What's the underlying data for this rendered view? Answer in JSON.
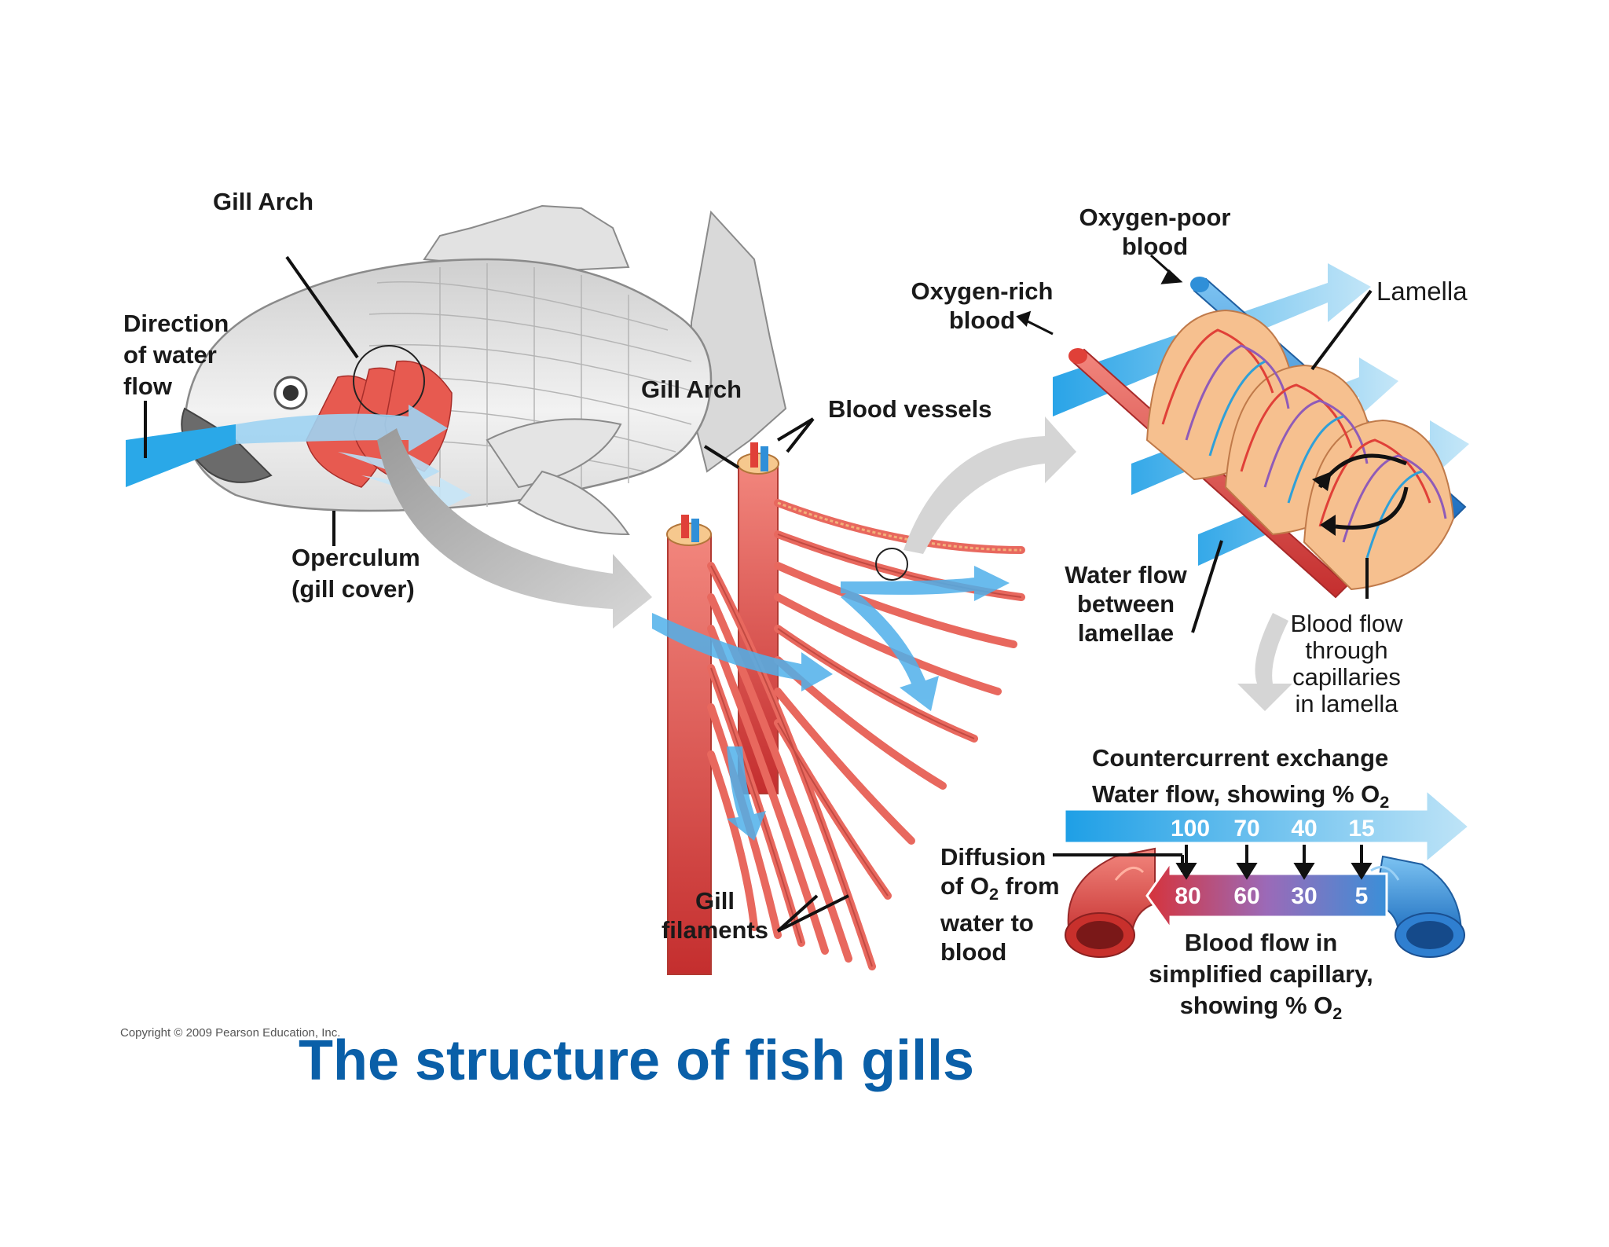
{
  "labels": {
    "gill_arch_top": "Gill Arch",
    "direction_of_water_flow": [
      "Direction",
      "of water",
      "flow"
    ],
    "operculum": [
      "Operculum",
      "(gill cover)"
    ],
    "gill_arch_mid": "Gill Arch",
    "blood_vessels": "Blood vessels",
    "gill_filaments": [
      "Gill",
      "filaments"
    ],
    "oxygen_poor_blood": [
      "Oxygen-poor",
      "blood"
    ],
    "oxygen_rich_blood": [
      "Oxygen-rich",
      "blood"
    ],
    "lamella": "Lamella",
    "water_flow_between_lamellae": [
      "Water flow",
      "between",
      "lamellae"
    ],
    "blood_flow_capillaries": [
      "Blood flow",
      "through",
      "capillaries",
      "in lamella"
    ],
    "countercurrent_exchange": "Countercurrent exchange",
    "water_flow_showing": "Water flow, showing % O",
    "o2_subscript": "2",
    "diffusion": [
      "Diffusion",
      "of O",
      "2",
      " from",
      "water to",
      "blood"
    ],
    "blood_flow_simplified": [
      "Blood flow in",
      "simplified capillary,",
      "showing % O"
    ]
  },
  "water_o2_values": [
    "100",
    "70",
    "40",
    "15"
  ],
  "blood_o2_values": [
    "80",
    "60",
    "30",
    "5"
  ],
  "copyright": "Copyright © 2009 Pearson Education, Inc.",
  "title": "The structure of fish gills",
  "colors": {
    "title_blue": "#0a5fa8",
    "water_blue": "#2aa8e8",
    "blood_red": "#e0453a",
    "vein_blue": "#2f8fd8",
    "filament_red": "#e8685e"
  }
}
